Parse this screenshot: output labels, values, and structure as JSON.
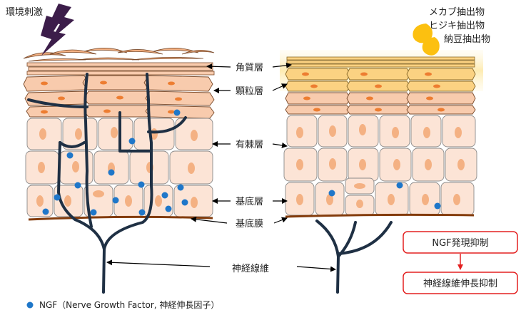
{
  "stimulus_label": "環境刺激",
  "extract_labels": [
    "メカブ抽出物",
    "ヒジキ抽出物",
    "納豆抽出物"
  ],
  "layer_labels": {
    "stratum_corneum": "角質層",
    "granular": "顆粒層",
    "spinous": "有棘層",
    "basal": "基底層",
    "basement_membrane": "基底膜",
    "nerve_fiber": "神経線維"
  },
  "legend_text": "NGF（Nerve Growth Factor, 神経伸長因子）",
  "effect_boxes": {
    "ngf": "NGF発現抑制",
    "nerve": "神経線維伸長抑制"
  },
  "colors": {
    "cell_fill": "#fce4d6",
    "cell_stroke": "#7a7a7a",
    "nucleus": "#f4b183",
    "granular_fill": "#f8cbad",
    "granular_nucleus": "#ed7d31",
    "horny_fill": "#f4b183",
    "gold_fill": "#fbd282",
    "extract_drop": "#fcc010",
    "nerve": "#1f3044",
    "ngf_dot": "#1f77c9",
    "membrane": "#843c0c",
    "lightning": "#3c1d4a",
    "red_box": "#e32020"
  }
}
